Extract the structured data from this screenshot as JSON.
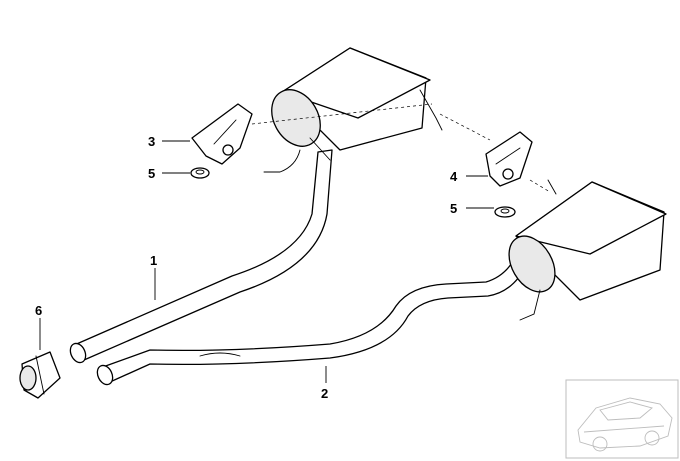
{
  "diagram": {
    "callouts": {
      "pipe_front": "1",
      "pipe_rear": "2",
      "hanger_left": "3",
      "hanger_right": "4",
      "grommet_left": "5",
      "grommet_right": "5",
      "clamp": "6"
    }
  }
}
